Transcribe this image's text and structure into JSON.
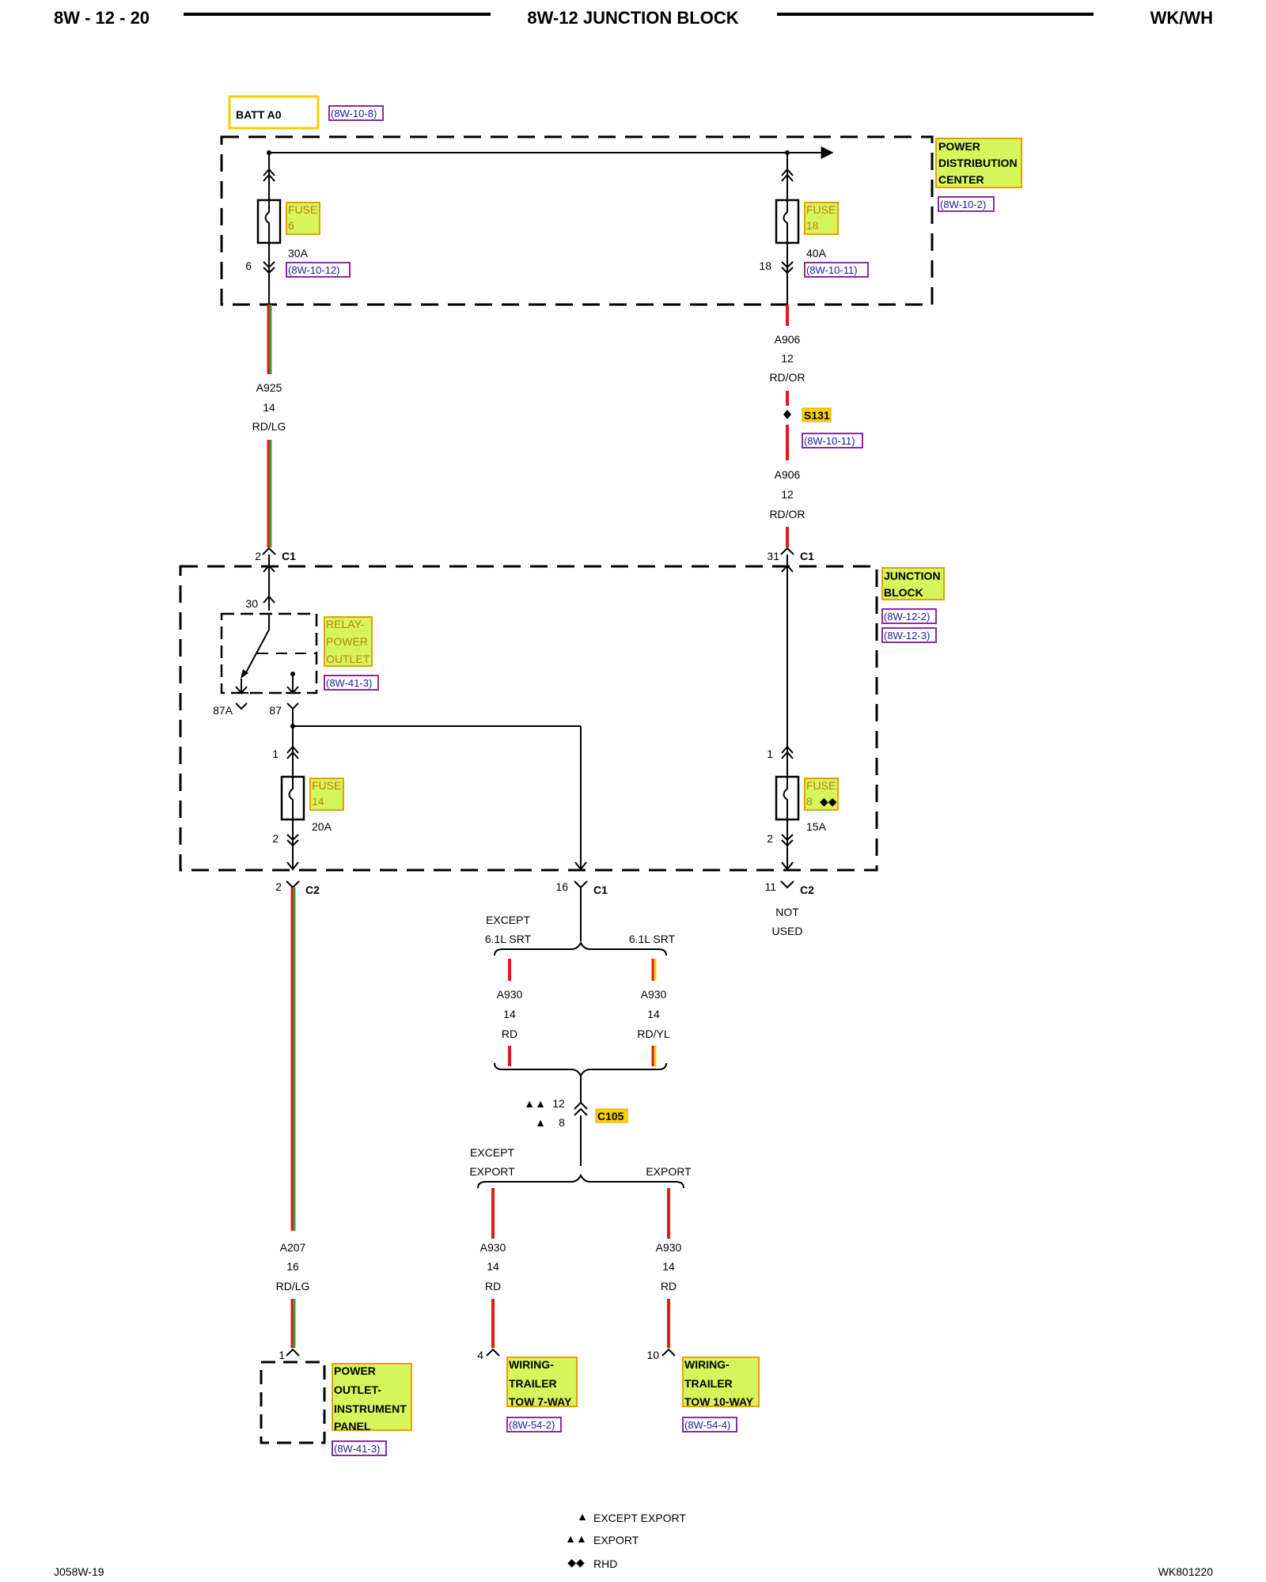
{
  "header": {
    "left": "8W - 12 - 20",
    "center": "8W-12 JUNCTION BLOCK",
    "right": "WK/WH"
  },
  "footer": {
    "left": "J058W-19",
    "right": "WK801220"
  },
  "batt": {
    "label": "BATT A0",
    "ref": "(8W-10-8)"
  },
  "pdc": {
    "lines": [
      "POWER",
      "DISTRIBUTION",
      "CENTER"
    ],
    "ref": "(8W-10-2)",
    "fuse_left": {
      "lines": [
        "FUSE",
        "6"
      ],
      "rating": "30A",
      "pin": "6",
      "ref": "(8W-10-12)"
    },
    "fuse_right": {
      "lines": [
        "FUSE",
        "18"
      ],
      "rating": "40A",
      "pin": "18",
      "ref": "(8W-10-11)"
    }
  },
  "wires": {
    "a925": {
      "circuit": "A925",
      "gauge": "14",
      "color": "RD/LG"
    },
    "a906a": {
      "circuit": "A906",
      "gauge": "12",
      "color": "RD/OR"
    },
    "a906b": {
      "circuit": "A906",
      "gauge": "12",
      "color": "RD/OR"
    },
    "a930_l": {
      "circuit": "A930",
      "gauge": "14",
      "color": "RD"
    },
    "a930_r": {
      "circuit": "A930",
      "gauge": "14",
      "color": "RD/YL"
    },
    "a207": {
      "circuit": "A207",
      "gauge": "16",
      "color": "RD/LG"
    },
    "a930_bl": {
      "circuit": "A930",
      "gauge": "14",
      "color": "RD"
    },
    "a930_br": {
      "circuit": "A930",
      "gauge": "14",
      "color": "RD"
    }
  },
  "splice": {
    "label": "S131",
    "ref": "(8W-10-11)"
  },
  "junction_block": {
    "lines": [
      "JUNCTION",
      "BLOCK"
    ],
    "refs": [
      "(8W-12-2)",
      "(8W-12-3)"
    ],
    "pin_left_top": "2",
    "conn_left_top": "C1",
    "pin_right_top": "31",
    "conn_right_top": "C1",
    "relay": {
      "lines": [
        "RELAY-",
        "POWER",
        "OUTLET"
      ],
      "ref": "(8W-41-3)",
      "pin30": "30",
      "pin87a": "87A",
      "pin87": "87"
    },
    "fuse14": {
      "lines": [
        "FUSE",
        "14"
      ],
      "rating": "20A",
      "pin_top": "1",
      "pin_bot": "2"
    },
    "fuse8": {
      "lines": [
        "FUSE",
        "8"
      ],
      "rating": "15A",
      "pin_top": "1",
      "pin_bot": "2",
      "mark": "◆◆"
    },
    "out_left": {
      "pin": "2",
      "conn": "C2"
    },
    "out_center": {
      "pin": "16",
      "conn": "C1"
    },
    "out_right": {
      "pin": "11",
      "conn": "C2",
      "note": [
        "NOT",
        "USED"
      ]
    }
  },
  "branch1": {
    "left": [
      "EXCEPT",
      "6.1L SRT"
    ],
    "right": "6.1L SRT"
  },
  "c105": {
    "label": "C105",
    "pin_top": "12",
    "pin_bot": "8",
    "sym_top": "▲▲",
    "sym_bot": "▲"
  },
  "branch2": {
    "left": [
      "EXCEPT",
      "EXPORT"
    ],
    "right": "EXPORT"
  },
  "loads": {
    "power_outlet": {
      "pin": "1",
      "lines": [
        "POWER",
        "OUTLET-",
        "INSTRUMENT",
        "PANEL"
      ],
      "ref": "(8W-41-3)"
    },
    "trailer7": {
      "pin": "4",
      "lines": [
        "WIRING-",
        "TRAILER",
        "TOW 7-WAY"
      ],
      "ref": "(8W-54-2)"
    },
    "trailer10": {
      "pin": "10",
      "lines": [
        "WIRING-",
        "TRAILER",
        "TOW 10-WAY"
      ],
      "ref": "(8W-54-4)"
    }
  },
  "legend": [
    {
      "symbol": "▲",
      "text": "EXCEPT EXPORT"
    },
    {
      "symbol": "▲▲",
      "text": "EXPORT"
    },
    {
      "symbol": "◆◆",
      "text": "RHD"
    }
  ],
  "colors": {
    "wire_red": "#e0191b",
    "wire_green": "#3aa13a",
    "wire_yellow": "#f5d400",
    "wire_orange": "#f08a00",
    "highlight_fill": "#d6f55a",
    "highlight_border": "#e8a000",
    "ref_border": "#8a2ba0",
    "batt_border": "#f2d000"
  }
}
